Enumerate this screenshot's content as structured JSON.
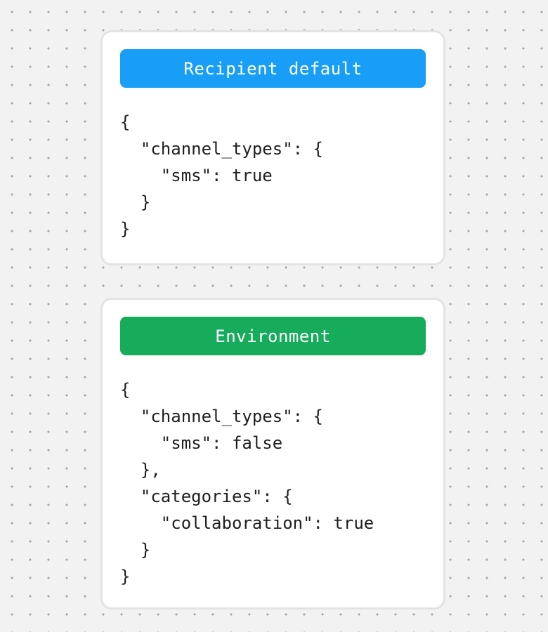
{
  "background": {
    "base_color": "#f2f2f2",
    "dot_color": "#a7a7a7"
  },
  "card_border_color": "#e3e3e3",
  "code_text_color": "#1f1f1f",
  "cards": [
    {
      "title": "Recipient default",
      "title_bg_color": "#189ef7",
      "code": "{\n  \"channel_types\": {\n    \"sms\": true\n  }\n}"
    },
    {
      "title": "Environment",
      "title_bg_color": "#17ab5c",
      "code": "{\n  \"channel_types\": {\n    \"sms\": false\n  },\n  \"categories\": {\n    \"collaboration\": true\n  }\n}"
    }
  ]
}
